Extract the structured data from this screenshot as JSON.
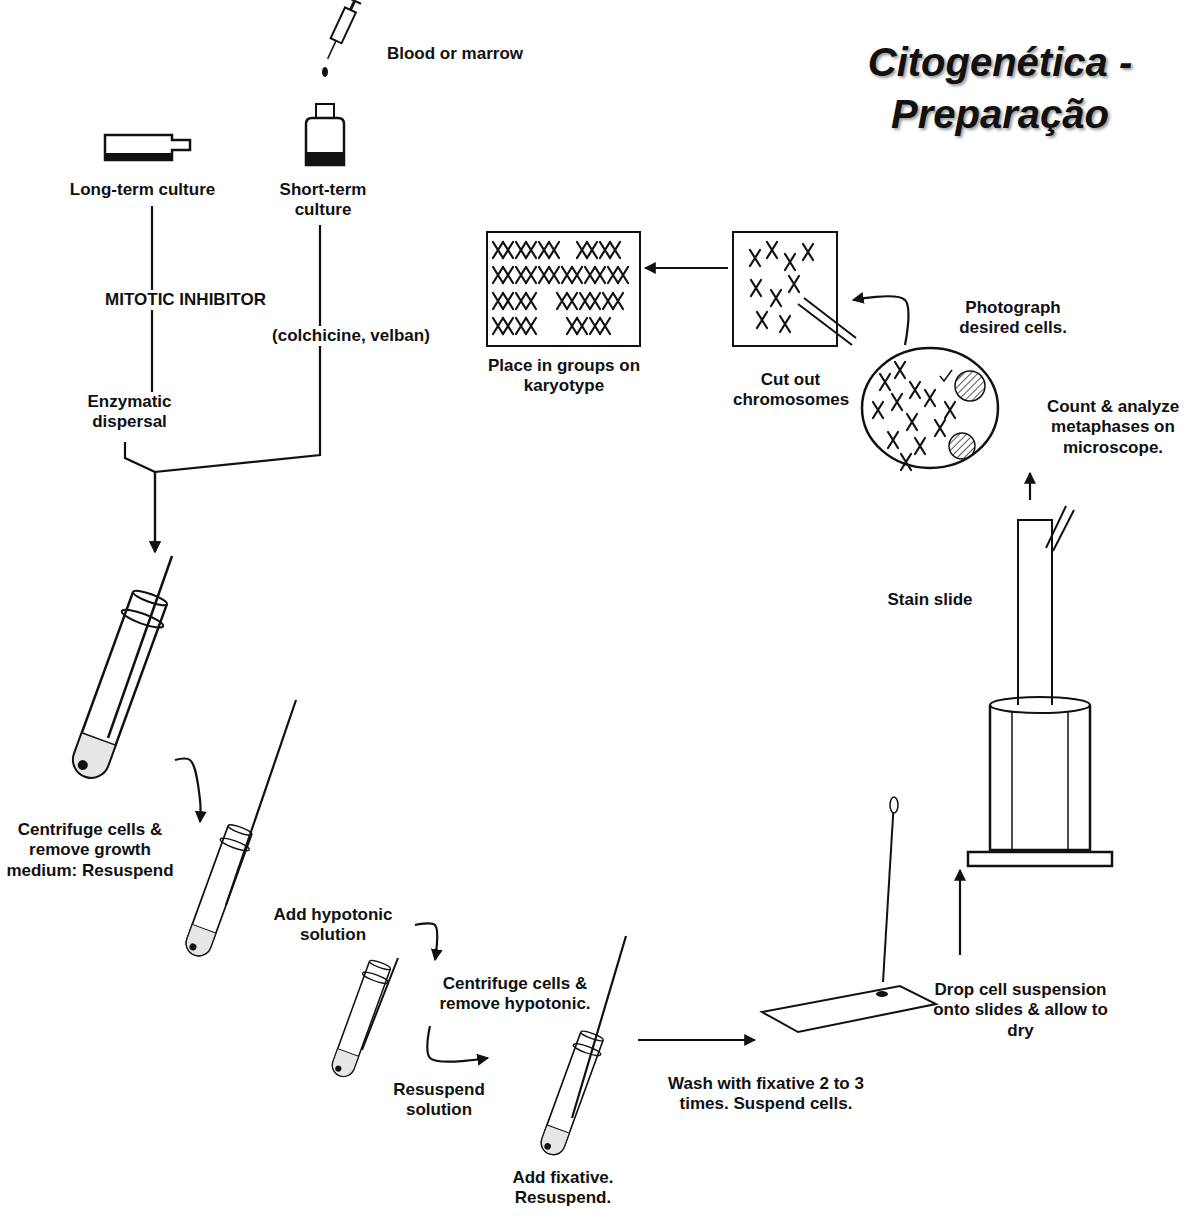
{
  "diagram": {
    "title": "Citogenética - Preparação",
    "nodes": [
      {
        "text": [
          "Blood or marrow"
        ]
      },
      {
        "text": [
          "Long-term culture"
        ]
      },
      {
        "text": [
          "Short-term culture"
        ]
      },
      {
        "text": [
          "Enzymatic dispersal"
        ]
      },
      {
        "text": [
          "Centrifuge cells & remove growth medium: Resuspend"
        ]
      },
      {
        "text": [
          "Add hypotonic solution"
        ]
      },
      {
        "text": [
          "Centrifuge cells & remove hypotonic."
        ]
      },
      {
        "text": [
          "Add fixative. Resuspend."
        ]
      },
      {
        "text": [
          "Drop cell suspension onto slides & allow to dry"
        ]
      },
      {
        "text": [
          "Stain slide"
        ]
      },
      {
        "text": [
          "Count & analyze metaphases on microscope."
        ]
      },
      {
        "text": [
          "Cut out chromosomes"
        ]
      },
      {
        "text": [
          "Place in groups on karyotype"
        ]
      }
    ],
    "edges": [
      {
        "from": 1,
        "to": 3,
        "arrow": "none"
      },
      {
        "from": 3,
        "to": 4,
        "arrow": "to"
      },
      {
        "from": 2,
        "to": 4,
        "arrow": "to"
      },
      {
        "from": 4,
        "to": 5,
        "arrow": "to"
      },
      {
        "from": 5,
        "to": 6,
        "arrow": "to"
      },
      {
        "from": 6,
        "to": 7,
        "label": "Resuspend solution",
        "arrow": "to"
      },
      {
        "from": 7,
        "to": 8,
        "label": "Wash with fixative 2 to 3 times. Suspend cells.",
        "arrow": "to"
      },
      {
        "from": 8,
        "to": 9,
        "arrow": "to"
      },
      {
        "from": 9,
        "to": 10,
        "arrow": "to"
      },
      {
        "from": 10,
        "to": 11,
        "label": "Photograph desired cells.",
        "arrow": "to"
      },
      {
        "from": 11,
        "to": 12,
        "arrow": "to"
      }
    ],
    "labels": [
      "MITOTIC INHIBITOR",
      "(colchicine, velban)"
    ]
  }
}
